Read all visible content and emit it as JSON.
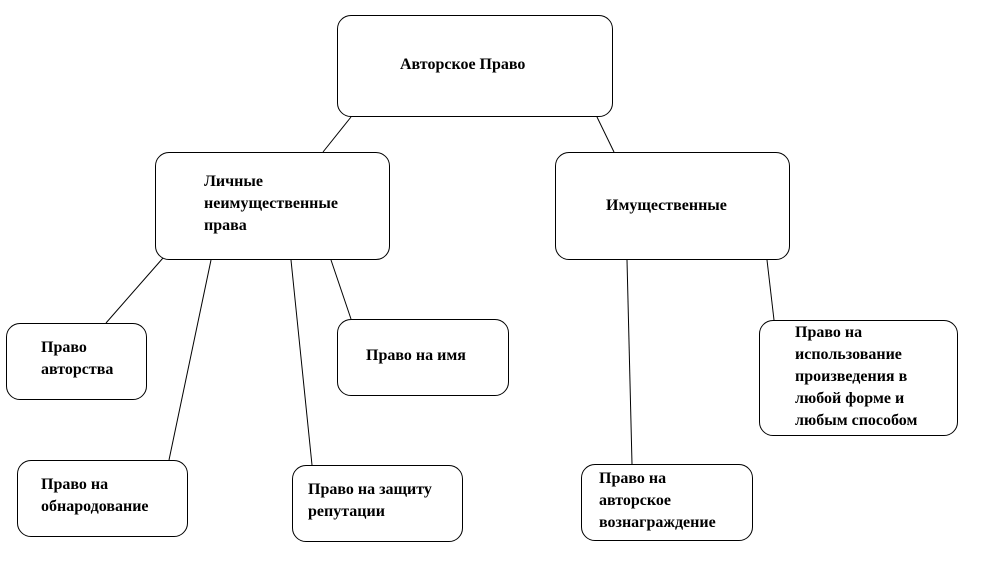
{
  "root": {
    "label": "Авторское Право"
  },
  "personal": {
    "label": "Личные\nнеимущественные\nправа"
  },
  "property": {
    "label": "Имущественные"
  },
  "personal_rights": {
    "authorship": "Право\nавторства",
    "name": "Право на имя",
    "publication": "Право на\nобнародование",
    "reputation": "Право на защиту\nрепутации"
  },
  "property_rights": {
    "use": "Право на\nиспользование\nпроизведения в\nлюбой форме и\nлюбым способом",
    "reward": "Право на\nавторское\nвознаграждение"
  }
}
